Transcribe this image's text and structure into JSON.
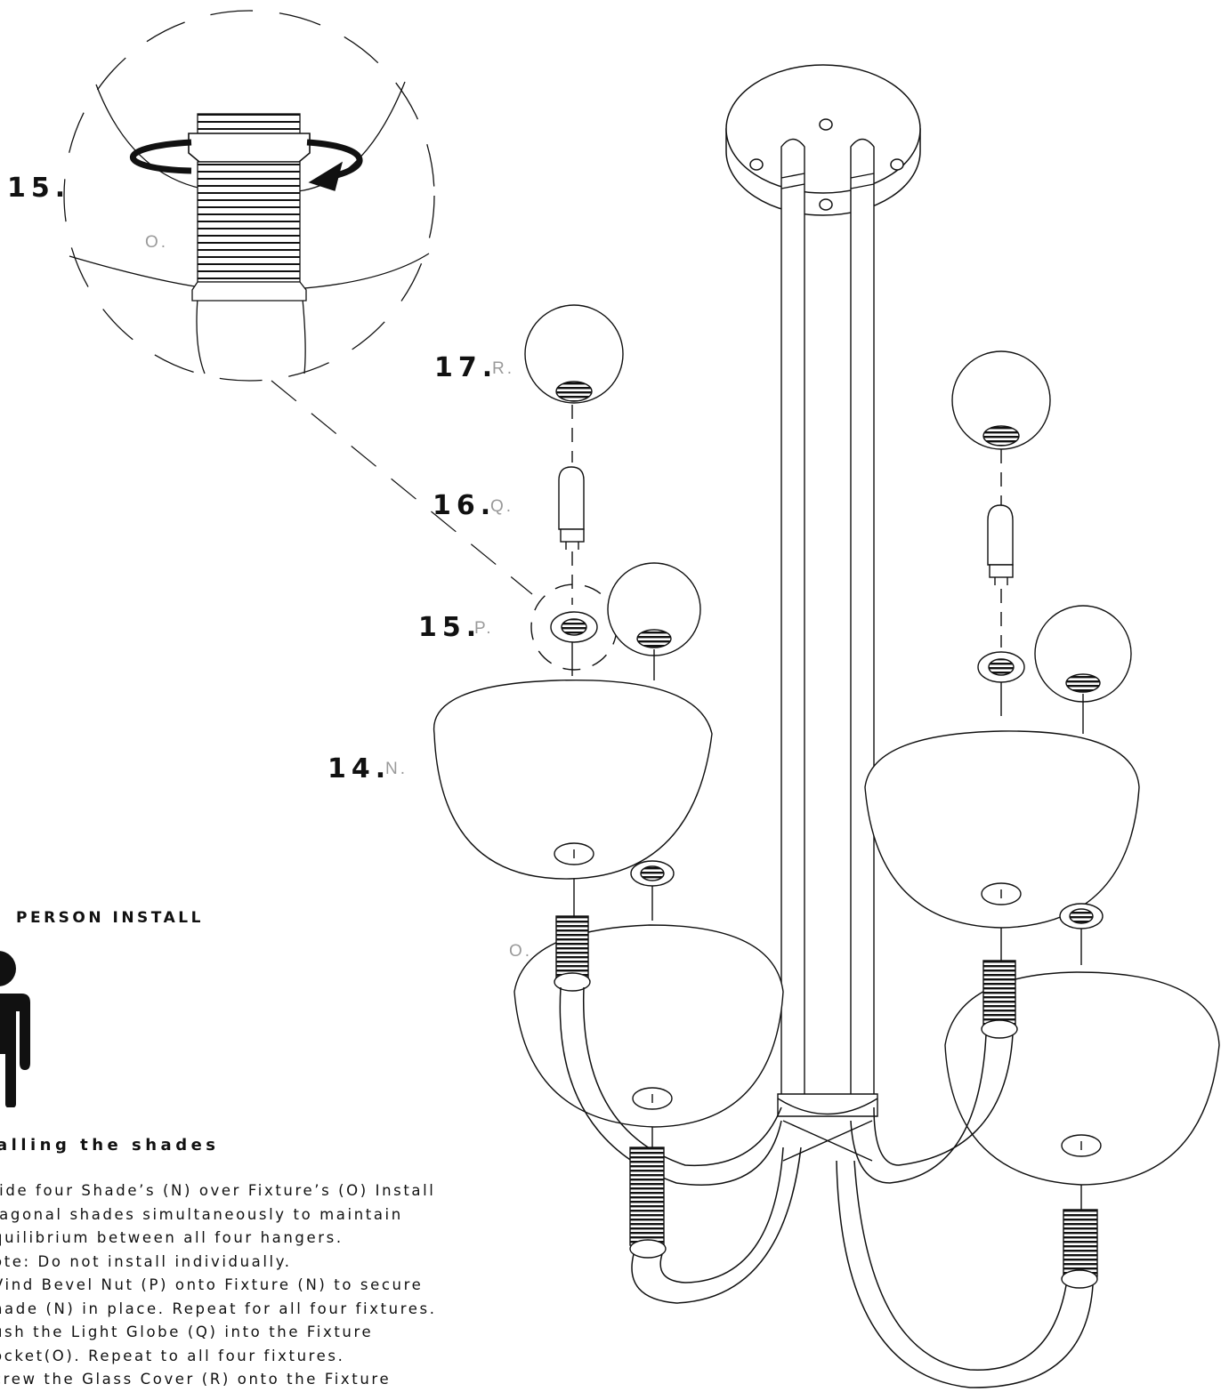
{
  "steps": {
    "detail_step": "15.",
    "step17": "17.",
    "step16": "16.",
    "step15": "15.",
    "step14": "14."
  },
  "part_labels": {
    "detail_fixture": "O.",
    "glass_cover": "R.",
    "light_globe": "Q.",
    "bevel_nut": "P.",
    "shade": "N.",
    "fixture": "O."
  },
  "install": {
    "header": "PERSON INSTALL",
    "icon": "person-icon"
  },
  "section": {
    "title": "alling the shades"
  },
  "instructions": [
    "lide four Shade’s (N) over Fixture’s (O) Install",
    "iagonal shades simultaneously to maintain",
    "quilibrium between all four hangers.",
    "ote: Do not install individually.",
    "Vind Bevel Nut (P) onto Fixture (N) to secure",
    "hade (N) in place. Repeat for all four fixtures.",
    "ush the Light Globe (Q) into the Fixture",
    "ocket(O). Repeat to all four fixtures.",
    "crew the Glass Cover (R) onto the Fixture"
  ]
}
